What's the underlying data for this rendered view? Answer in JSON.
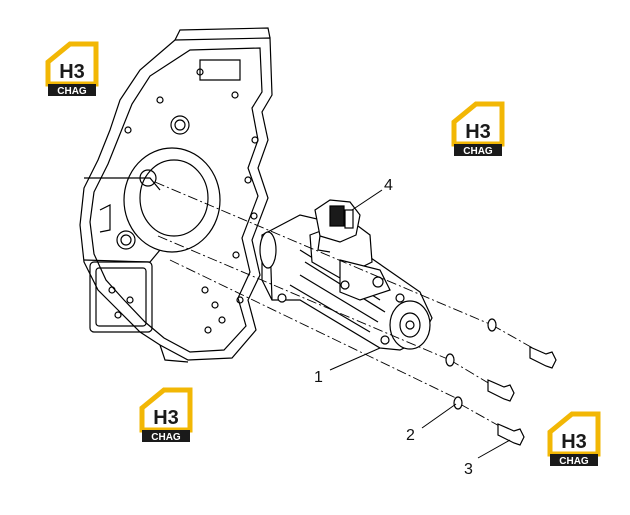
{
  "diagram": {
    "callouts": [
      {
        "id": "1",
        "label": "1"
      },
      {
        "id": "2",
        "label": "2"
      },
      {
        "id": "3",
        "label": "3"
      },
      {
        "id": "4",
        "label": "4"
      }
    ]
  },
  "watermark": {
    "top": "H3",
    "bottom": "CHAG",
    "colors": {
      "accent": "#f2b705",
      "dark": "#1a1a1a",
      "white": "#ffffff"
    }
  }
}
